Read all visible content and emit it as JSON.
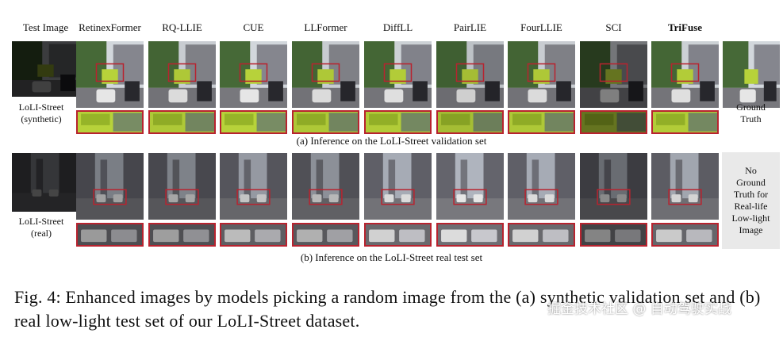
{
  "methods": [
    "Test Image",
    "RetinexFormer",
    "RQ-LLIE",
    "CUE",
    "LLFormer",
    "DiffLL",
    "PairLIE",
    "FourLLIE",
    "SCI",
    "TriFuse"
  ],
  "row_a": {
    "left_label": "LoLI-Street\n(synthetic)",
    "right_label": "Ground\nTruth",
    "caption": "(a) Inference on the LoLI-Street validation set"
  },
  "row_b": {
    "left_label": "LoLI-Street\n(real)",
    "right_label": "No\nGround\nTruth for\nReal-life\nLow-light\nImage",
    "caption": "(b) Inference on the LoLI-Street real test set"
  },
  "figure_caption": "Fig. 4: Enhanced images by models picking a random image from the (a) synthetic validation set and (b) real low-light test set of our LoLI-Street dataset.",
  "watermark": "掘金技术社区 @ 自动驾驶实战",
  "colors": {
    "crop_border": "#b8232f",
    "bus_green": "#b7d23a"
  }
}
